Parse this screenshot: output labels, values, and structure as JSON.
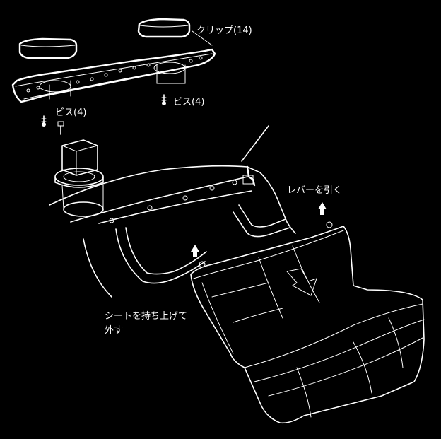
{
  "labels": {
    "clip": "クリップ(14)",
    "screw_right": "ビス(4)",
    "screw_left": "ビス(4)",
    "pull_lever": "レバーを引く",
    "remove_seat_line1": "シートを持ち上げて",
    "remove_seat_line2": "外す"
  }
}
